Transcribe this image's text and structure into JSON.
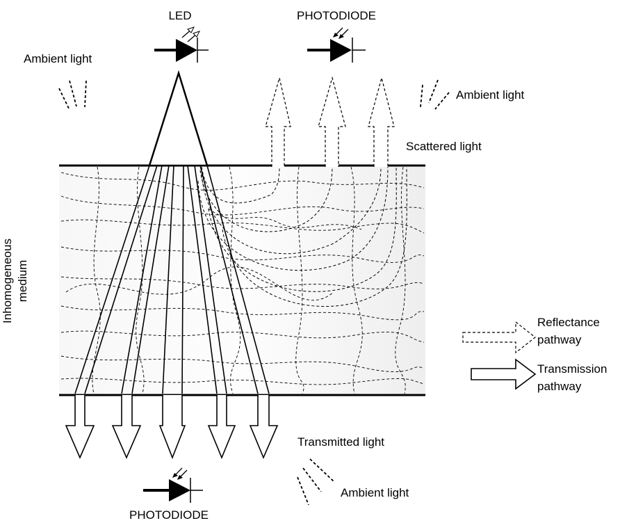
{
  "labels": {
    "led": "LED",
    "photodiode_top": "PHOTODIODE",
    "photodiode_bottom": "PHOTODIODE",
    "ambient_top_left": "Ambient light",
    "ambient_top_right": "Ambient light",
    "ambient_bottom": "Ambient light",
    "scattered_light": "Scattered light",
    "transmitted_light": "Transmitted light",
    "medium_line1": "Inhomogeneous",
    "medium_line2": "medium"
  },
  "legend": {
    "reflectance_line1": "Reflectance",
    "reflectance_line2": "pathway",
    "transmission_line1": "Transmission",
    "transmission_line2": "pathway"
  },
  "colors": {
    "stroke": "#000000",
    "medium_fill": "#f2f2f2"
  },
  "icons": [
    "led-icon",
    "photodiode-icon",
    "ambient-light-icon",
    "reflectance-arrow-icon",
    "transmission-arrow-icon"
  ]
}
